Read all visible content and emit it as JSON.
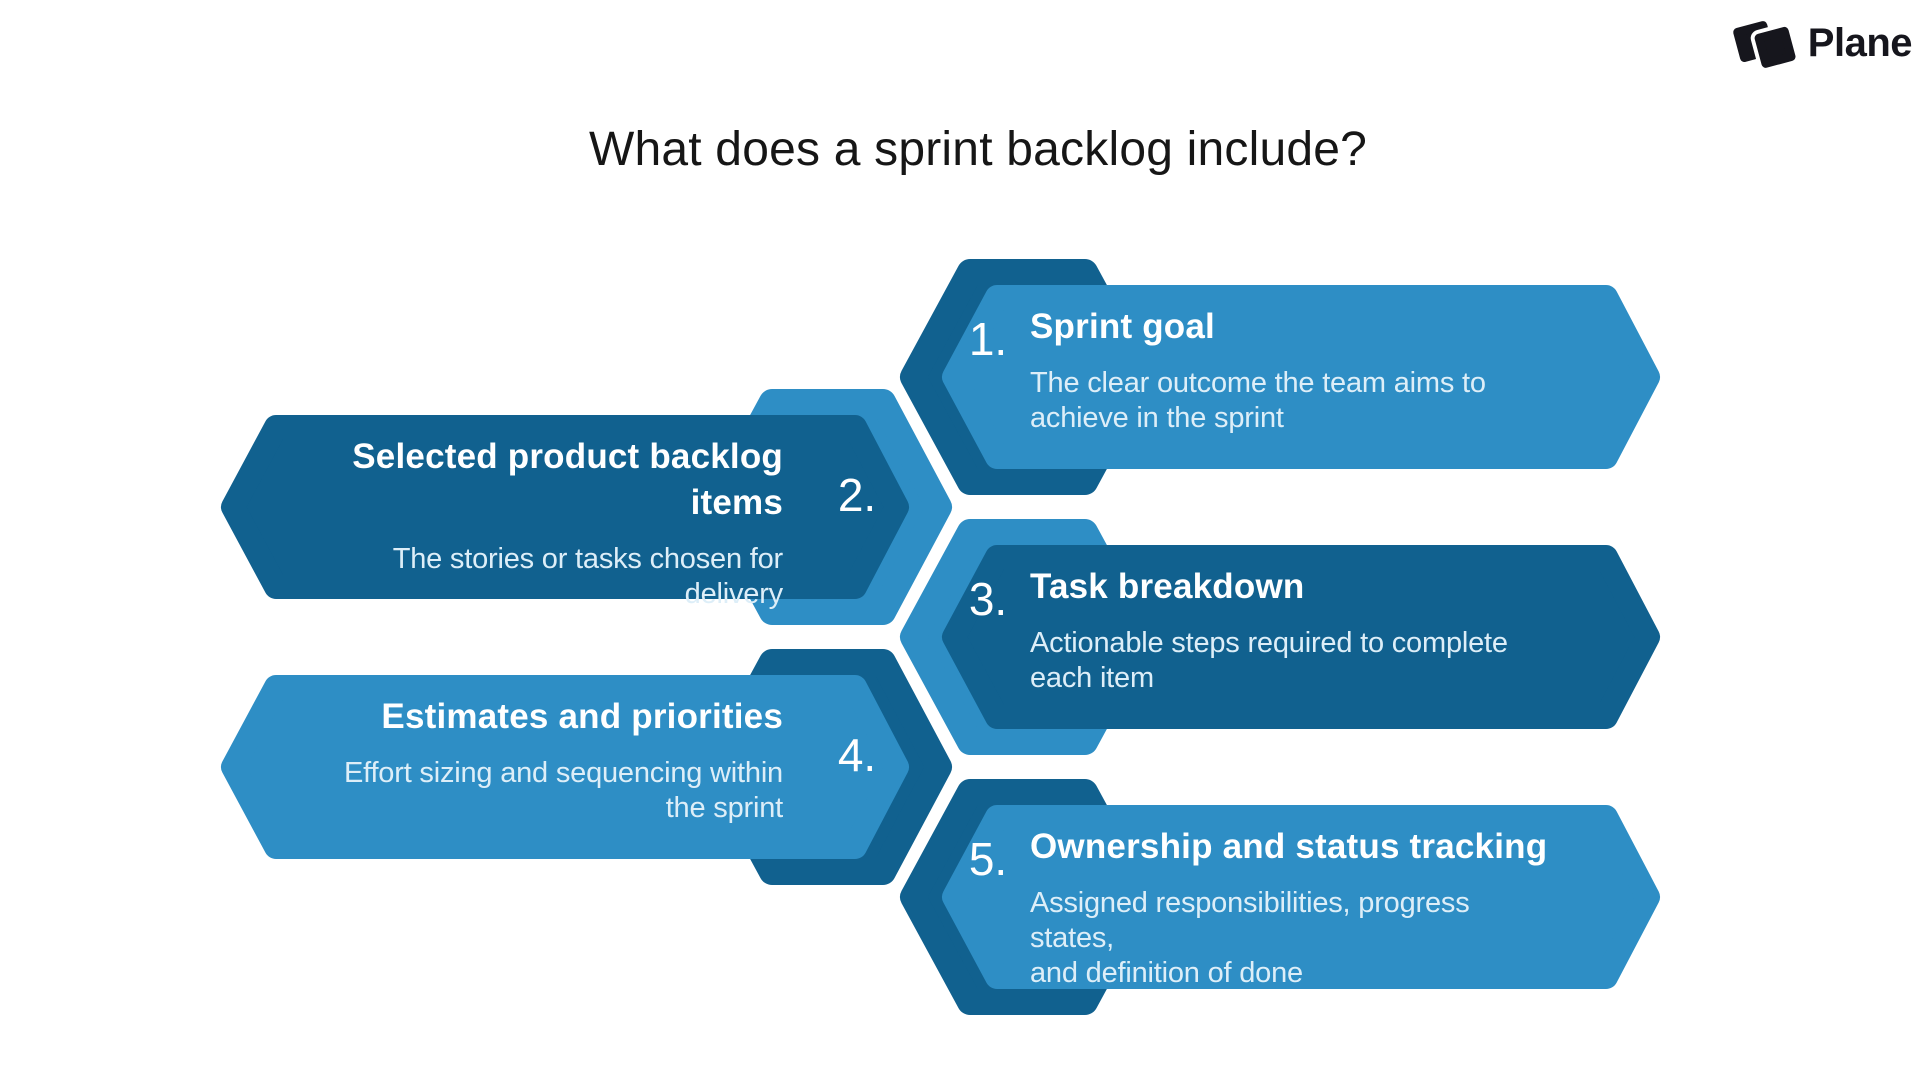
{
  "title": "What does a sprint backlog include?",
  "logo": {
    "brand": "Plane"
  },
  "colors": {
    "light_blue": "#2E8EC5",
    "dark_blue": "#11618F",
    "title_text": "#161616",
    "item_title_text": "#FFFFFF",
    "item_desc_text": "#DDEEF8"
  },
  "items": [
    {
      "number": "1.",
      "title": "Sprint goal",
      "description": "The clear outcome the team aims to\nachieve in the sprint",
      "side": "right",
      "banner_color": "light_blue",
      "hexagon_color": "dark_blue"
    },
    {
      "number": "2.",
      "title": "Selected product backlog items",
      "description": "The stories or tasks chosen for\ndelivery",
      "side": "left",
      "banner_color": "dark_blue",
      "hexagon_color": "light_blue"
    },
    {
      "number": "3.",
      "title": "Task breakdown",
      "description": "Actionable steps required to complete\neach item",
      "side": "right",
      "banner_color": "dark_blue",
      "hexagon_color": "light_blue"
    },
    {
      "number": "4.",
      "title": "Estimates and priorities",
      "description": "Effort sizing and sequencing within\nthe sprint",
      "side": "left",
      "banner_color": "light_blue",
      "hexagon_color": "dark_blue"
    },
    {
      "number": "5.",
      "title": "Ownership and status tracking",
      "description": "Assigned responsibilities, progress states,\nand definition of done",
      "side": "right",
      "banner_color": "light_blue",
      "hexagon_color": "dark_blue"
    }
  ]
}
